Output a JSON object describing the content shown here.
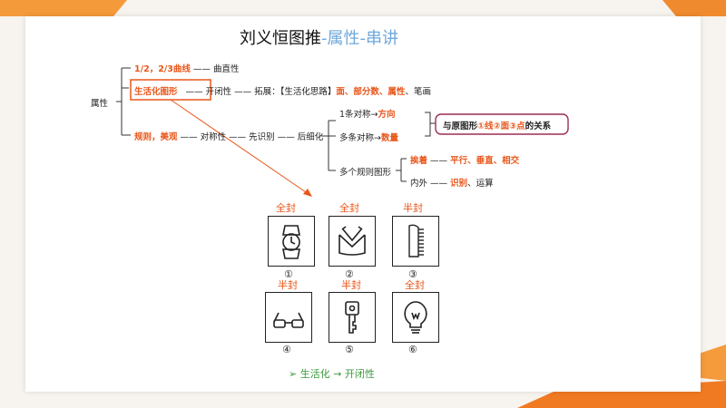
{
  "title": {
    "main": "刘义恒图推",
    "sub": "-属性-串讲"
  },
  "mindmap": {
    "root": "属性",
    "branch1": {
      "label": "1/2，2/3曲线",
      "sep": "——",
      "result": "曲直性"
    },
    "branch2": {
      "label": "生活化图形",
      "sep": "——",
      "result": "开闭性",
      "sep2": "——",
      "expand_label": "拓展：【生活化思路】",
      "expand_items": [
        "面、部分数、属性",
        "、笔画"
      ]
    },
    "branch3": {
      "label": "规则，美观",
      "sep": "——",
      "step1": "对称性",
      "sep2": "——",
      "step2": "先识别",
      "sep3": "——",
      "step3": "后细化",
      "sym1": {
        "text": "1条对称→",
        "value": "方向"
      },
      "sym2": {
        "text": "多条对称→",
        "value": "数量"
      },
      "relation": {
        "p1": "与原图形",
        "p2": "①线②面③点",
        "p3": "的关系"
      },
      "multi": "多个规则图形",
      "multi_sub1": {
        "label": "挨着",
        "sep": "——",
        "values": "平行、垂直、相交"
      },
      "multi_sub2": {
        "label": "内外",
        "sep": "——",
        "values": "识别",
        "rest": "、运算"
      }
    }
  },
  "figures": [
    {
      "caption": "全封",
      "number": "①",
      "icon": "watch-icon"
    },
    {
      "caption": "全封",
      "number": "②",
      "icon": "bag-icon"
    },
    {
      "caption": "半封",
      "number": "③",
      "icon": "comb-icon"
    },
    {
      "caption": "半封",
      "number": "④",
      "icon": "glasses-icon"
    },
    {
      "caption": "半封",
      "number": "⑤",
      "icon": "key-icon"
    },
    {
      "caption": "全封",
      "number": "⑥",
      "icon": "lightbulb-icon"
    }
  ],
  "conclusion": {
    "bullet": "➢",
    "text": "生活化 → 开闭性"
  },
  "colors": {
    "accent": "#e8561a",
    "title_sub": "#6fa8dc",
    "conclusion": "#3c9a3c",
    "relation_border": "#9b2d55"
  }
}
